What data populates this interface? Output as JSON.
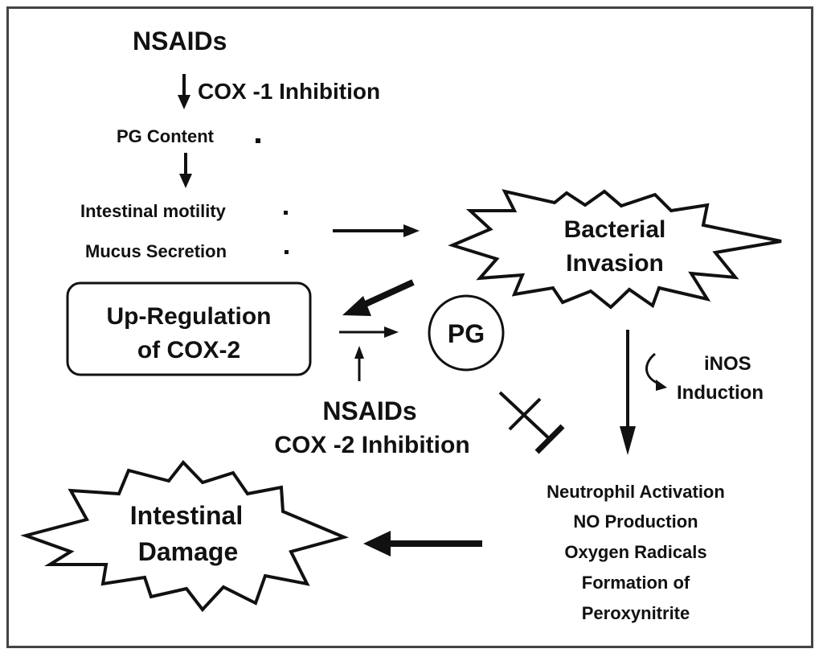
{
  "top": {
    "nsaids": "NSAIDs",
    "cox1": "COX -1 Inhibition",
    "pg_content": "PG Content",
    "motility": "Intestinal motility",
    "mucus": "Mucus Secretion"
  },
  "bacterial": {
    "line1": "Bacterial",
    "line2": "Invasion"
  },
  "upreg": {
    "line1": "Up-Regulation",
    "line2": "of COX-2"
  },
  "pg": "PG",
  "inos": {
    "line1": "iNOS",
    "line2": "Induction"
  },
  "cox2": {
    "nsaids": "NSAIDs",
    "inhibition": "COX -2 Inhibition"
  },
  "effects": {
    "l1": "Neutrophil Activation",
    "l2": "NO Production",
    "l3": "Oxygen Radicals",
    "l4": "Formation of",
    "l5": "Peroxynitrite"
  },
  "damage": {
    "line1": "Intestinal",
    "line2": "Damage"
  },
  "colors": {
    "ink": "#111111",
    "frame": "#444444",
    "background": "#ffffff"
  }
}
